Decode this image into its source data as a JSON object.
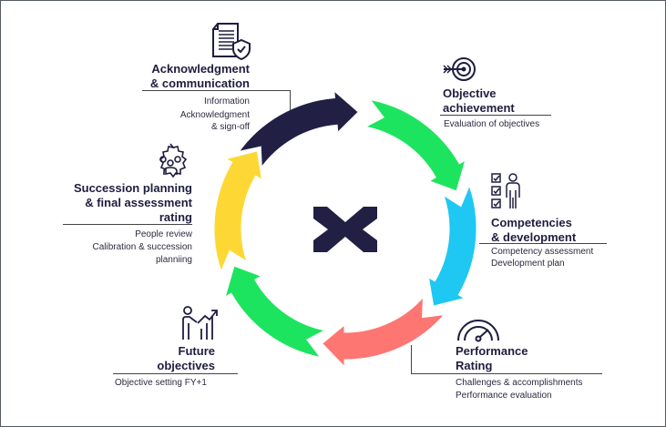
{
  "stages": [
    {
      "id": "ack",
      "title_lines": [
        "Acknowledgment",
        "& communication"
      ],
      "items": [
        "Information",
        "Acknowledgment",
        "& sign-off"
      ],
      "color": "#221f45",
      "icon": "document-shield-icon"
    },
    {
      "id": "obj",
      "title_lines": [
        "Objective",
        "achievement"
      ],
      "items": [
        "Evaluation of objectives"
      ],
      "color": "#1de45f",
      "icon": "target-arrow-icon"
    },
    {
      "id": "comp",
      "title_lines": [
        "Competencies",
        "& development"
      ],
      "items": [
        "Competency assessment",
        "Development plan"
      ],
      "color": "#1ec8f2",
      "icon": "checklist-person-icon"
    },
    {
      "id": "perf",
      "title_lines": [
        "Performance",
        "Rating"
      ],
      "items": [
        "Challenges & accomplishments",
        "Performance evaluation"
      ],
      "color": "#fd7672",
      "icon": "gauge-icon"
    },
    {
      "id": "future",
      "title_lines": [
        "Future",
        "objectives"
      ],
      "items": [
        "Objective setting FY+1"
      ],
      "color": "#1de45f",
      "icon": "growth-chart-person-icon"
    },
    {
      "id": "succ",
      "title_lines": [
        "Succession planning",
        "& final assessment",
        "rating"
      ],
      "items": [
        "People review",
        "Calibration & succession",
        "planniing"
      ],
      "color": "#fdd835",
      "icon": "gear-people-icon"
    }
  ],
  "logo_color": "#221f45"
}
